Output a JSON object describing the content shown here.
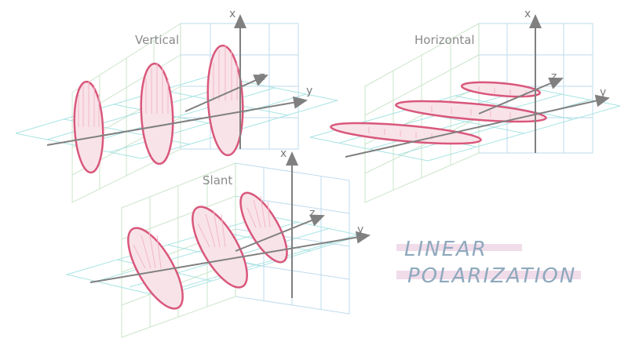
{
  "diagrams": [
    {
      "label": "Vertical",
      "axes": {
        "x": "x",
        "y": "y",
        "z": "z"
      }
    },
    {
      "label": "Horizontal",
      "axes": {
        "x": "x",
        "y": "y",
        "z": "z"
      }
    },
    {
      "label": "Slant",
      "axes": {
        "x": "x",
        "y": "y",
        "z": "z"
      }
    }
  ],
  "title": {
    "line1": "LINEAR",
    "line2": "POLARIZATION"
  },
  "colors": {
    "wave": "#d9577b",
    "wave_fill": "#f3b7c7",
    "grid_green": "#c6e3c6",
    "grid_cyan": "#9fe0e0",
    "grid_blue": "#b8d8ea",
    "axis": "#808080",
    "title_text": "#8fa9bd",
    "title_highlight": "#f1dcea"
  }
}
